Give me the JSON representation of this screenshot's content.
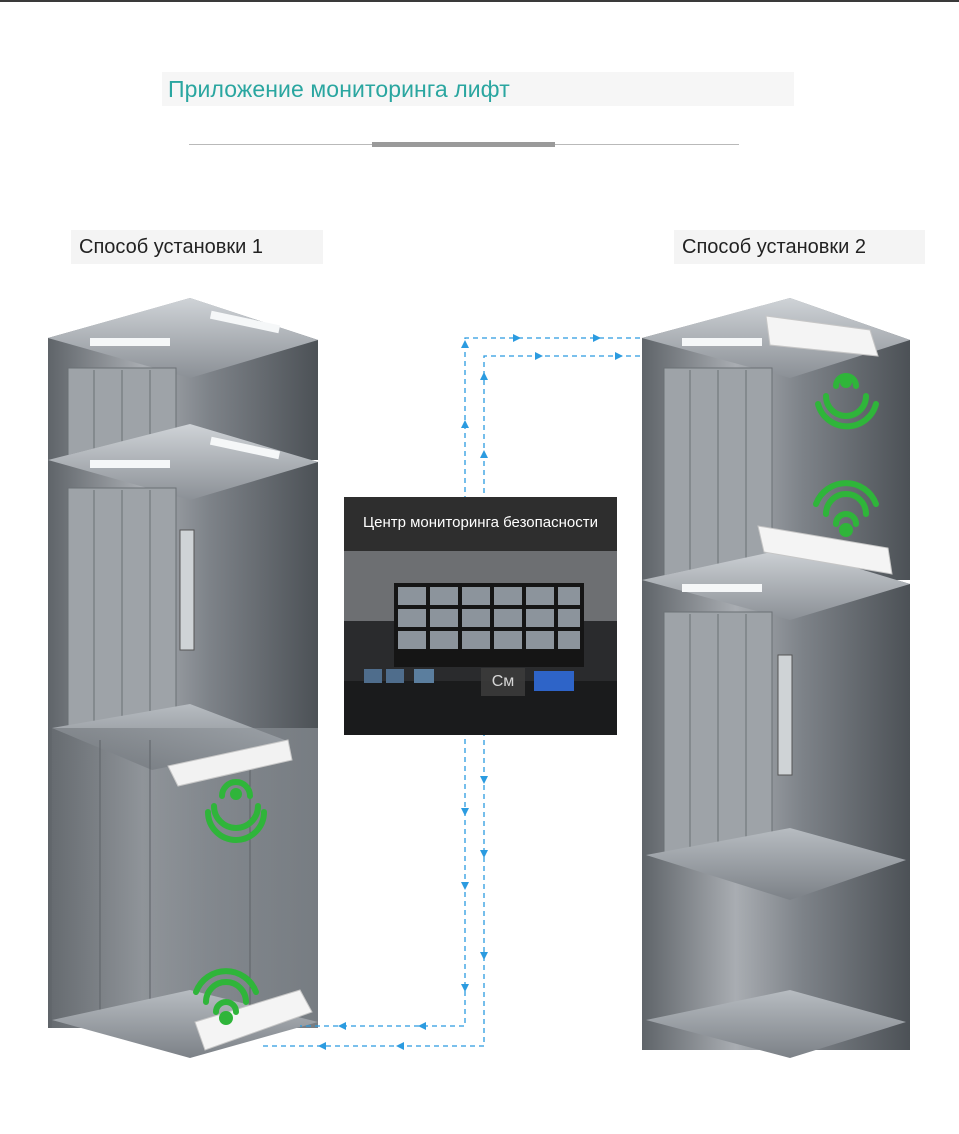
{
  "page": {
    "title": "Приложение мониторинга лифт"
  },
  "methods": [
    {
      "label": "Способ установки 1"
    },
    {
      "label": "Способ установки 2"
    }
  ],
  "monitoring_center": {
    "title": "Центр мониторинга безопасности",
    "badge": "См"
  },
  "colors": {
    "title": "#2aa6a0",
    "wifi_signal": "#2fb53a",
    "link_line": "#2b9be0",
    "elevator_steel": "#8e9297"
  },
  "icons": [
    "wifi-signal-icon",
    "wireless-bridge-device",
    "arrow-icon"
  ]
}
